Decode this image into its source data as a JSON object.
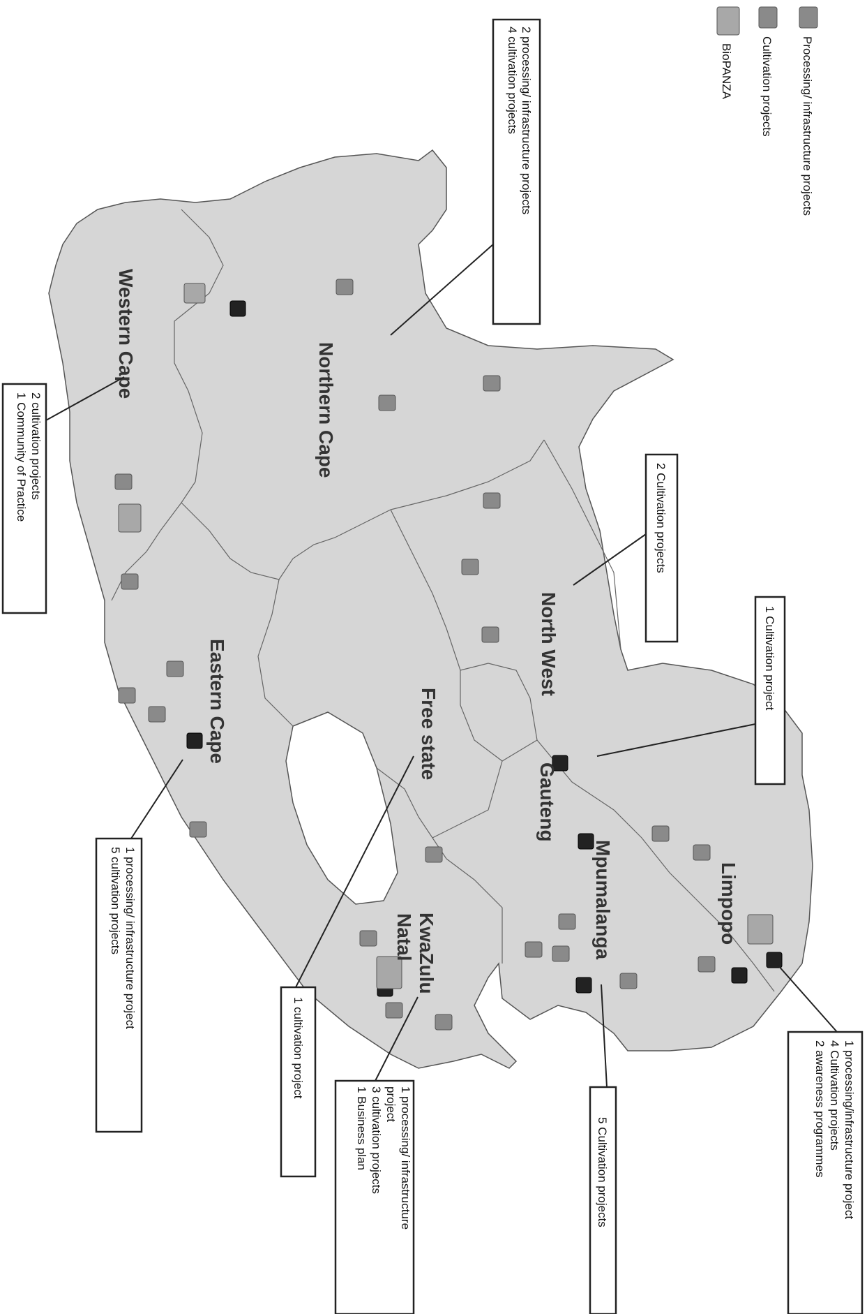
{
  "legend": {
    "items": [
      {
        "label": "Processing/ infrastructure projects",
        "marker": "processing-marker"
      },
      {
        "label": "Cultivation projects",
        "marker": "cultivation-marker"
      },
      {
        "label": "BioPANZA",
        "marker": "biopanza-marker"
      }
    ]
  },
  "provinces": {
    "northern_cape": "Northern Cape",
    "western_cape": "Western Cape",
    "eastern_cape": "Eastern Cape",
    "free_state": "Free state",
    "north_west": "North West",
    "gauteng": "Gauteng",
    "limpopo": "Limpopo",
    "mpumalanga": "Mpumalanga",
    "kwazulu_natal_1": "KwaZulu",
    "kwazulu_natal_2": "Natal"
  },
  "callouts": {
    "northern_cape": [
      "2 processing/ infrastructure projects",
      "4 cultivation projects"
    ],
    "western_cape": [
      "2 cultivation projects",
      "1 Community of Practice"
    ],
    "north_west": [
      "2 Cultivation projects"
    ],
    "gauteng": [
      "1 Cultivation project"
    ],
    "eastern_cape": [
      "1 processing/ infrastructure project",
      "5 cultivation projects"
    ],
    "free_state": [
      "1 cultivation project"
    ],
    "kwazulu_natal": [
      "1 processing/ infrastructure",
      "project",
      "3 cultivation projects",
      "1 Business plan"
    ],
    "mpumalanga": [
      "5 Cultivation projects"
    ],
    "limpopo": [
      "1 processing/infrastructure project",
      "4 Cultivation projects",
      "2 awareness programmes"
    ]
  },
  "colors": {
    "land": "#d6d6d6",
    "border": "#555555",
    "cultivation": "#8a8a8a",
    "processing": "#222222",
    "biopanza": "#a8a8a8"
  }
}
